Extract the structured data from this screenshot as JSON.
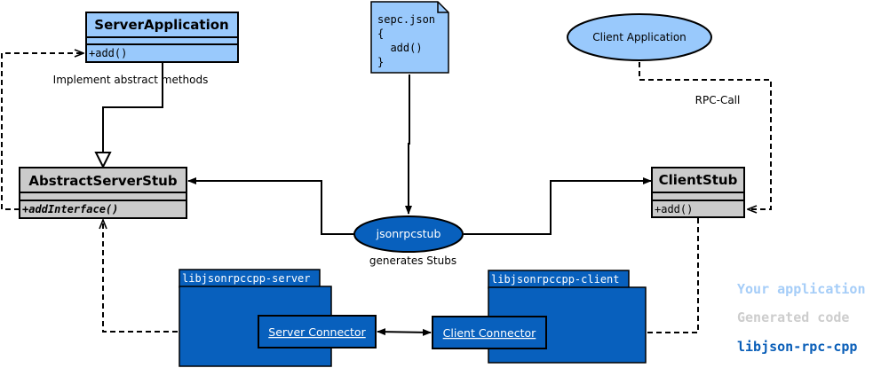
{
  "nodes": {
    "server_application": {
      "title": "ServerApplication",
      "method": "+add()"
    },
    "abstract_server_stub": {
      "title": "AbstractServerStub",
      "method": "+addInterface()"
    },
    "client_stub": {
      "title": "ClientStub",
      "method": "+add()"
    },
    "spec_file": {
      "lines": [
        "sepc.json",
        "{",
        "  add()",
        "}"
      ]
    },
    "client_application": {
      "label": "Client Application"
    },
    "jsonrpcstub": {
      "label": "jsonrpcstub"
    },
    "pkg_server": {
      "tab": "libjsonrpccpp-server",
      "component": "Server Connector"
    },
    "pkg_client": {
      "tab": "libjsonrpccpp-client",
      "component": "Client Connector"
    }
  },
  "edge_labels": {
    "implement": "Implement abstract methods",
    "rpc_call": "RPC-Call",
    "generates": "generates Stubs"
  },
  "legend": [
    {
      "label": "Your application",
      "color": "#a5cdf8"
    },
    {
      "label": "Generated code",
      "color": "#cdcdcd"
    },
    {
      "label": "libjson-rpc-cpp",
      "color": "#095eb8"
    }
  ],
  "colors": {
    "light_blue": "#99c9fc",
    "gray": "#cbcbcb",
    "dark_blue": "#0860bd"
  }
}
